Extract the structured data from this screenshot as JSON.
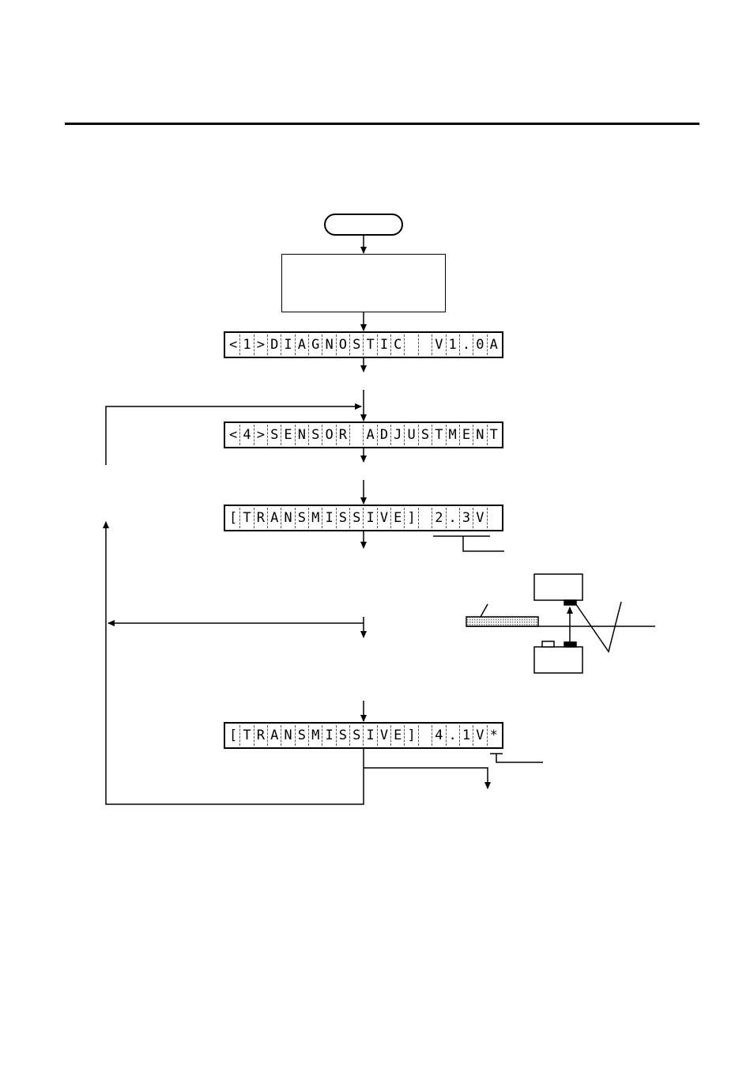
{
  "displays": {
    "diagnostic": "<1>DIAGNOSTIC  V1.0A",
    "sensor_adjustment": "<4>SENSOR ADJUSTMENT",
    "transmissive_1": "[TRANSMISSIVE] 2.3V ",
    "transmissive_2": "[TRANSMISSIVE] 4.1V*"
  },
  "colors": {
    "line": "#000000",
    "media_fill": "#cccccc"
  }
}
